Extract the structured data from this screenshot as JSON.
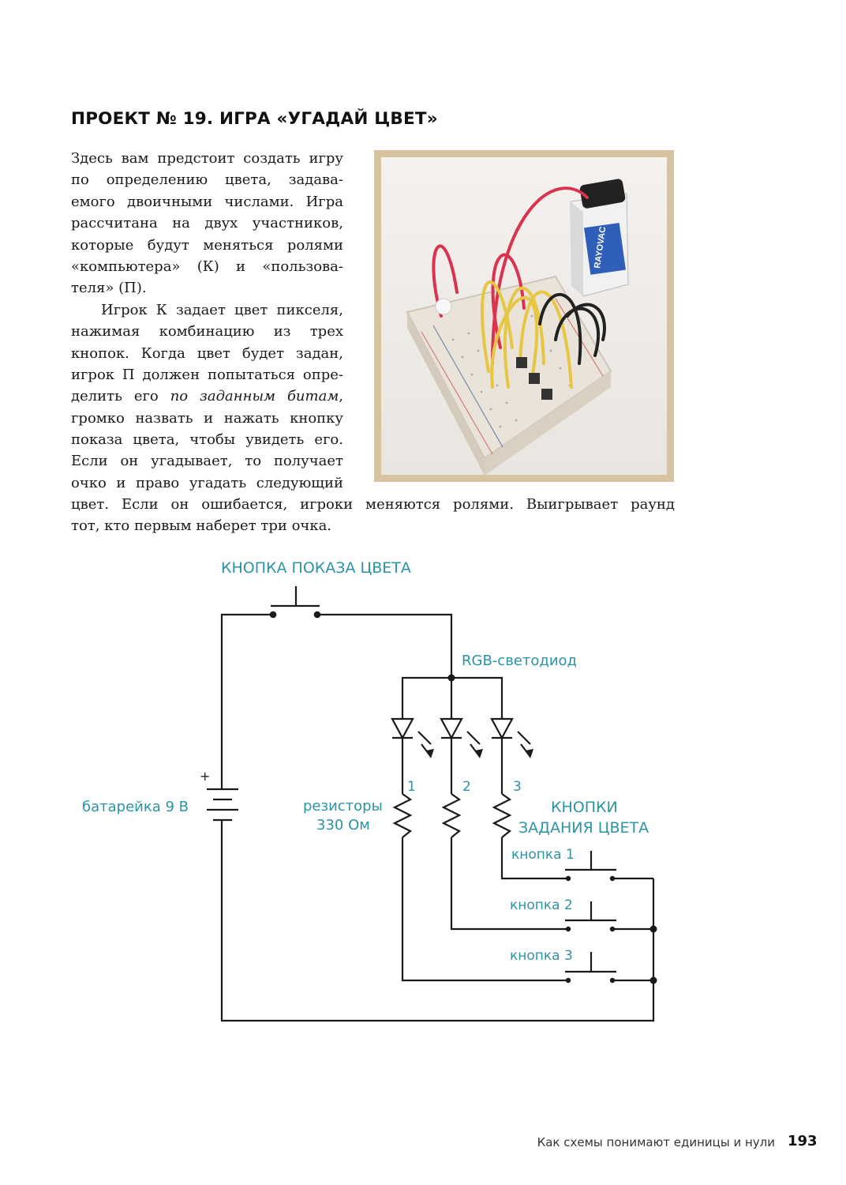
{
  "title": "ПРОЕКТ № 19. ИГРА «УГАДАЙ ЦВЕТ»",
  "paragraph1_lines": [
    "Здесь вам предстоит создать игру",
    "по определению цвета, задава-",
    "емого двоичными числами. Игра",
    "рассчитана на двух участников,",
    "которые будут меняться ролями",
    "«компьютера» (К) и «пользова-",
    "теля» (П)."
  ],
  "paragraph2_lines": [
    "Игрок К задает цвет пикселя,",
    "нажимая комбинацию из трех",
    "кнопок. Когда цвет будет задан,",
    "игрок П должен попытаться опре-"
  ],
  "paragraph2_line5_start": "делить его ",
  "paragraph2_line5_emphasis": "по заданным битам",
  "paragraph2_line5_end": ",",
  "paragraph2_rest_lines": [
    "громко назвать и нажать кнопку",
    "показа цвета, чтобы увидеть его.",
    "Если он угадывает, то получает",
    "очко и право угадать следующий"
  ],
  "paragraph2_wide_lines": [
    "цвет. Если он ошибается, игроки меняются ролями. Выигрывает раунд",
    "тот, кто первым наберет три очка."
  ],
  "photo": {
    "battery_brand": "RAYOVAC"
  },
  "schematic": {
    "color_button_label": "КНОПКА ПОКАЗА ЦВЕТА",
    "rgb_led_label": "RGB-светодиод",
    "battery_plus": "+",
    "battery_label": "батарейка 9 В",
    "resistors_label_line1": "резисторы",
    "resistors_label_line2": "330 Ом",
    "channel_numbers": [
      "1",
      "2",
      "3"
    ],
    "set_buttons_label_line1": "КНОПКИ",
    "set_buttons_label_line2": "ЗАДАНИЯ ЦВЕТА",
    "button_labels": [
      "кнопка 1",
      "кнопка 2",
      "кнопка 3"
    ],
    "accent_color": "#2b94a5"
  },
  "footer": {
    "chapter": "Как схемы понимают единицы и нули",
    "page_number": "193"
  }
}
